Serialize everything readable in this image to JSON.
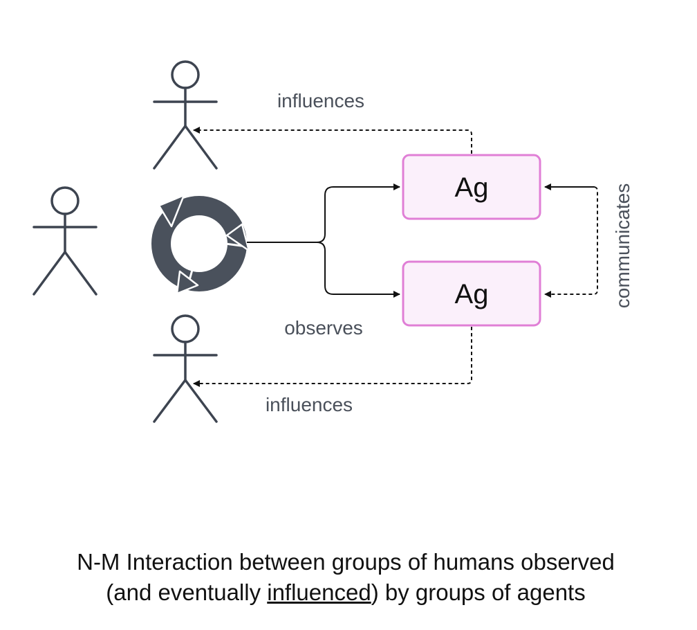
{
  "colors": {
    "actor": "#3d4450",
    "cycle": "#4a515c",
    "agent_border": "#e07fd6",
    "agent_fill": "#fbf0fb",
    "line": "#111111",
    "label": "#4a505a"
  },
  "icons": {
    "actor": "person-icon",
    "cycle": "refresh-cycle-icon"
  },
  "agents": [
    {
      "label": "Ag"
    },
    {
      "label": "Ag"
    }
  ],
  "labels": {
    "influences_top": "influences",
    "influences_bottom": "influences",
    "observes": "observes",
    "communicates": "communicates"
  },
  "caption": {
    "line1": "N-M Interaction between groups of humans observed",
    "line2_before": "(and eventually ",
    "line2_underlined": "influenced",
    "line2_after": ") by groups of agents"
  }
}
